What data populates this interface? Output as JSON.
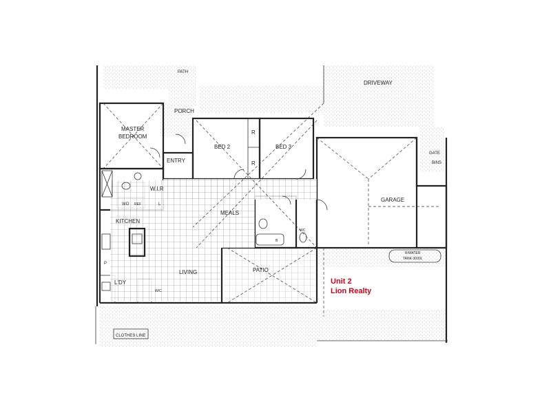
{
  "rooms": {
    "path": "PATH",
    "driveway": "DRIVEWAY",
    "porch": "PORCH",
    "master_line1": "MASTER",
    "master_line2": "BEDROOM",
    "bed2": "BED 2",
    "bed3": "BED 3",
    "robe_r": "R",
    "entry": "ENTRY",
    "wir": "W.I.R",
    "wo": "WO",
    "ref": "REF",
    "l": "L",
    "kitchen": "KITCHEN",
    "meals": "MEALS",
    "garage": "GARAGE",
    "gate": "GATE",
    "bins": "BINS",
    "wc": "WC",
    "bath_b": "B",
    "p": "P",
    "ldy": "L'DY",
    "living": "LIVING",
    "patio": "PATIO",
    "wc2": "W/C",
    "rwater": "R/WATER",
    "tank": "TANK-3000L",
    "clothes_line": "CLOTHES LINE"
  },
  "branding": {
    "line1": "Unit 2",
    "line2": "Lion Realty",
    "color": "#d0021b"
  },
  "colors": {
    "wall": "#222222",
    "hatch": "#999999",
    "tile": "#555555"
  }
}
